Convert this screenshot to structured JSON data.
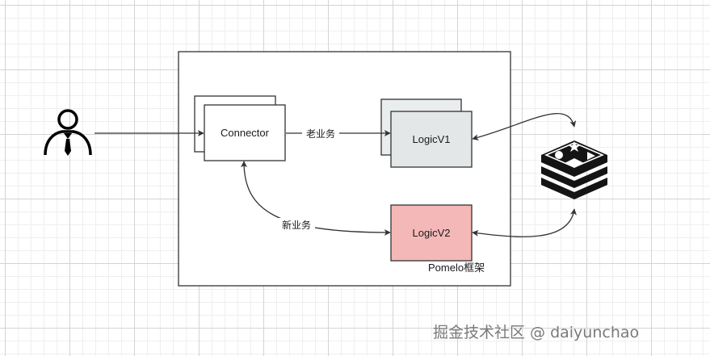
{
  "nodes": {
    "connector": "Connector",
    "logic_v1": "LogicV1",
    "logic_v2": "LogicV2"
  },
  "container": {
    "label": "Pomelo框架"
  },
  "edges": {
    "old_business": "老业务",
    "new_business": "新业务"
  },
  "icons": {
    "user": "user-icon",
    "redis": "redis-icon"
  },
  "colors": {
    "logic_v1_fill": "#e3e7e8",
    "logic_v1_back_fill": "#eaeded",
    "logic_v2_fill": "#f4b8b8",
    "redis_dark": "#141414"
  },
  "watermark": "掘金技术社区 @ daiyunchao"
}
